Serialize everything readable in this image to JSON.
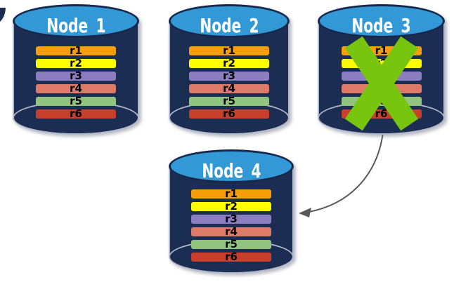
{
  "diagram_type": "database-node-replication-failover",
  "nodes": [
    {
      "title": "Node 1",
      "crossed_out": false,
      "rows": [
        "r1",
        "r2",
        "r3",
        "r4",
        "r5",
        "r6"
      ]
    },
    {
      "title": "Node 2",
      "crossed_out": false,
      "rows": [
        "r1",
        "r2",
        "r3",
        "r4",
        "r5",
        "r6"
      ]
    },
    {
      "title": "Node 3",
      "crossed_out": true,
      "rows": [
        "r1",
        "r2",
        "r3",
        "r4",
        "r5",
        "r6"
      ]
    },
    {
      "title": "Node 4",
      "crossed_out": false,
      "rows": [
        "r1",
        "r2",
        "r3",
        "r4",
        "r5",
        "r6"
      ]
    }
  ],
  "row_colors": {
    "r1": "#F99E0B",
    "r2": "#FEFE00",
    "r3": "#8C7CC0",
    "r4": "#DE7A68",
    "r5": "#91C47F",
    "r6": "#C8402C"
  },
  "colors": {
    "background": "#FFFFFF",
    "cylinder_body": "#1B2D52",
    "cylinder_lid": "#3399D6",
    "lid_outline": "#16294D",
    "body_outline": "#B3B9CC",
    "cross_out": "#77C50E",
    "arrow": "#595959",
    "title_text": "#FFFFFF",
    "row_text": "#000000"
  },
  "icons": {
    "cross_out": "green-x-mark",
    "arrow": "curved-arrow-from-node3-to-node4"
  }
}
